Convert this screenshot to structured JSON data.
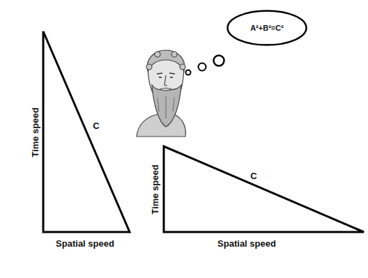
{
  "diagram": {
    "nodes": [
      {
        "text": [
          "A²+B²=C²"
        ]
      }
    ],
    "labels": [
      "Time speed",
      "Spatial speed",
      "C",
      "Time speed",
      "Spatial speed",
      "C"
    ]
  }
}
